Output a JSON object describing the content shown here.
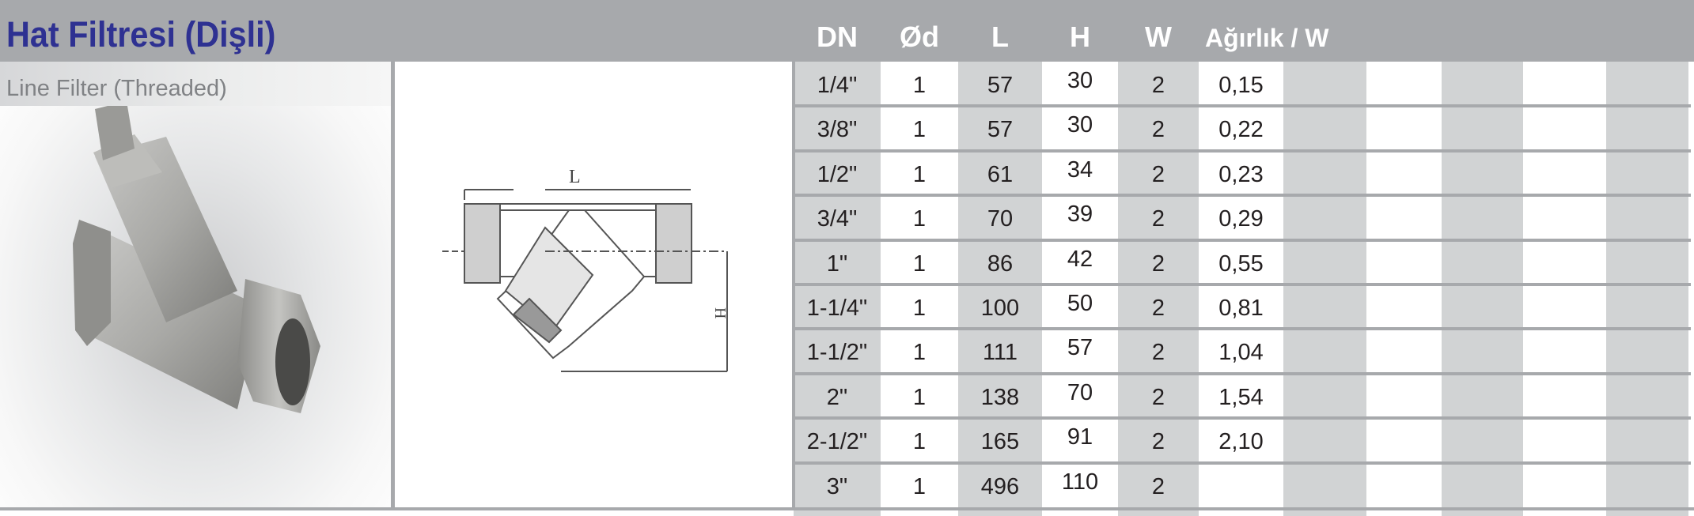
{
  "title": "Hat Filtresi (Dişli)",
  "subtitle": "Line Filter (Threaded)",
  "drawing_labels": {
    "length": "L",
    "height": "H"
  },
  "table": {
    "headers": [
      "DN",
      "Ød",
      "L",
      "H",
      "W",
      "Ağırlık / W"
    ],
    "rows": [
      [
        "1/4\"",
        "1",
        "57",
        "30",
        "2",
        "0,15"
      ],
      [
        "3/8\"",
        "1",
        "57",
        "30",
        "2",
        "0,22"
      ],
      [
        "1/2\"",
        "1",
        "61",
        "34",
        "2",
        "0,23"
      ],
      [
        "3/4\"",
        "1",
        "70",
        "39",
        "2",
        "0,29"
      ],
      [
        "1\"",
        "1",
        "86",
        "42",
        "2",
        "0,55"
      ],
      [
        "1-1/4\"",
        "1",
        "100",
        "50",
        "2",
        "0,81"
      ],
      [
        "1-1/2\"",
        "1",
        "111",
        "57",
        "2",
        "1,04"
      ],
      [
        "2\"",
        "1",
        "138",
        "70",
        "2",
        "1,54"
      ],
      [
        "2-1/2\"",
        "1",
        "165",
        "91",
        "2",
        "2,10"
      ],
      [
        "3\"",
        "1",
        "496",
        "110",
        "2",
        ""
      ]
    ]
  },
  "colors": {
    "band": "#a7a9ac",
    "title": "#2e3192",
    "column_shade": "#d1d3d4"
  }
}
